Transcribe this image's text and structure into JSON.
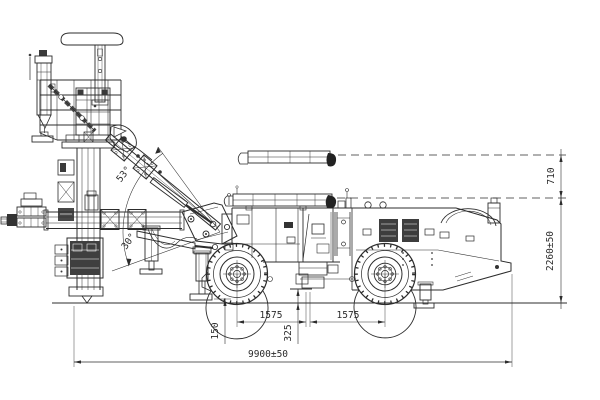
{
  "colors": {
    "background": "#ffffff",
    "line": "#2c2c2c"
  },
  "dimensions": {
    "overall_length": "9900±50",
    "front_axle_to_center": "1575",
    "center_to_rear_axle": "1575",
    "front_jack_ground_clearance": "150",
    "belly_ground_clearance": "325",
    "transport_height": "2260±50",
    "feed_height_offset": "710",
    "boom_swing_up_angle": "53°",
    "boom_swing_down_angle": "30°"
  }
}
